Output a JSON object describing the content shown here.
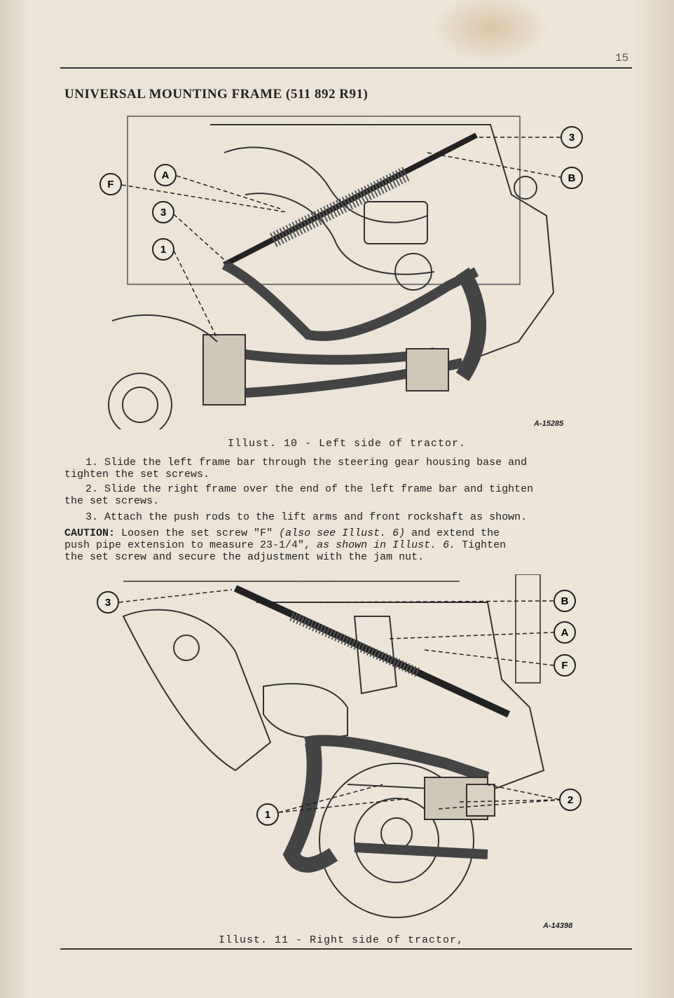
{
  "page": {
    "number": "15",
    "title": "UNIVERSAL MOUNTING FRAME (511 892 R91)"
  },
  "figure1": {
    "code": "A-15285",
    "caption": "Illust. 10 - Left side of tractor.",
    "callouts": [
      "F",
      "A",
      "3",
      "1",
      "3",
      "B"
    ]
  },
  "instructions": {
    "step1": {
      "line1": "1. Slide the left frame bar through the steering gear housing base and",
      "line2": "tighten the set screws."
    },
    "step2": {
      "line1": "2. Slide the right frame over the end of the left frame bar and tighten",
      "line2": "the set screws."
    },
    "step3": "3. Attach the push rods to the lift arms and front rockshaft as shown.",
    "caution": {
      "label": "CAUTION:",
      "line1_a": "Loosen the set screw \"F\"",
      "line1_ref": "(also see Illust. 6)",
      "line1_b": "and extend the",
      "line2_a": "push pipe extension to measure 23-1/4\",",
      "line2_ref": "as shown in Illust. 6.",
      "line2_b": "Tighten",
      "line3": "the set screw and secure the adjustment with the jam nut."
    }
  },
  "figure2": {
    "code": "A-14398",
    "caption": "Illust. 11 - Right side of tractor,",
    "callouts": [
      "3",
      "B",
      "A",
      "F",
      "1",
      "2"
    ]
  }
}
